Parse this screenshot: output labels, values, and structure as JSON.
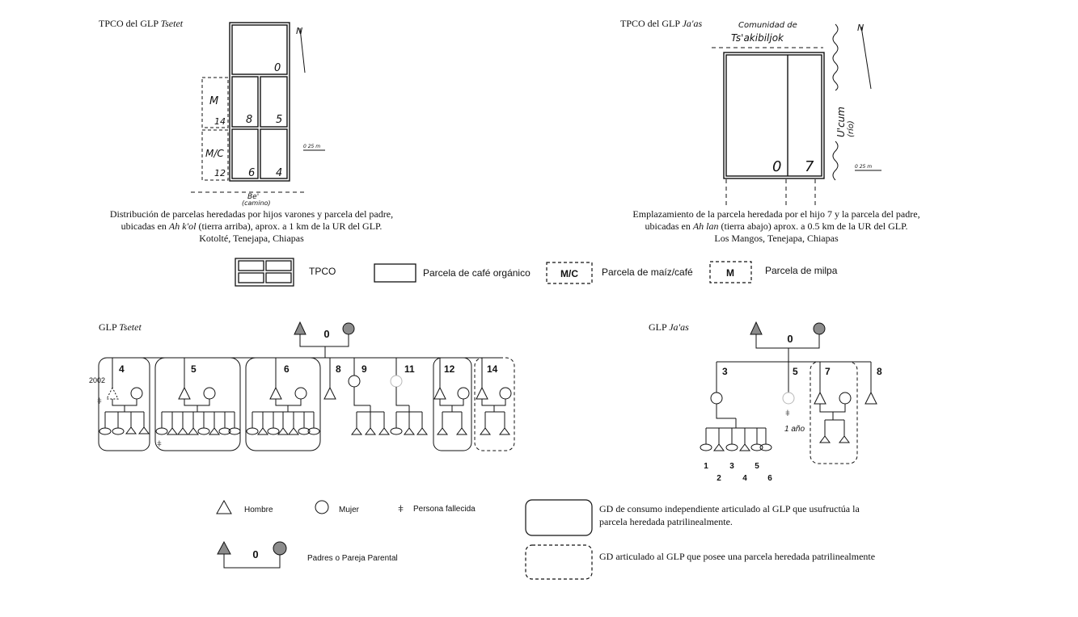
{
  "map_tsetet": {
    "title_prefix": "TPCO del GLP ",
    "title_name": "Tsetet",
    "north": "N",
    "scale": "0  25 m",
    "road_label": "Be'",
    "road_sublabel": "(camino)",
    "plots": [
      {
        "id": "0",
        "type": "TPCO"
      },
      {
        "id": "8",
        "type": "TPCO"
      },
      {
        "id": "5",
        "type": "TPCO"
      },
      {
        "id": "6",
        "type": "TPCO"
      },
      {
        "id": "4",
        "type": "TPCO"
      },
      {
        "id": "14",
        "type": "M",
        "code": "M"
      },
      {
        "id": "12",
        "type": "M/C",
        "code": "M/C"
      }
    ],
    "caption_line1": "Distribución de parcelas heredadas por  hijos varones y parcela del padre,",
    "caption_line2_a": "ubicadas en ",
    "caption_line2_i": "Ah k'ol",
    "caption_line2_b": " (tierra arriba), aprox. a 1 km de la UR del GLP.",
    "caption_line3": "Kotolté, Tenejapa, Chiapas"
  },
  "map_jaas": {
    "title_prefix": "TPCO del GLP ",
    "title_name": "Ja'as",
    "community_line1": "Comunidad de",
    "community_line2": "Ts'akibiljok",
    "river_label": "U'cum",
    "river_sublabel": "(río)",
    "north": "N",
    "scale": "0  25 m",
    "plots": [
      {
        "id": "0"
      },
      {
        "id": "7"
      }
    ],
    "caption_line1": "Emplazamiento de la parcela heredada por el hijo 7 y la parcela del padre,",
    "caption_line2_a": "ubicadas en ",
    "caption_line2_i": "Ah lan",
    "caption_line2_b": " (tierra abajo) aprox. a 0.5 km de la UR del GLP.",
    "caption_line3": "Los Mangos, Tenejapa, Chiapas"
  },
  "plot_legend": {
    "tpco": "TPCO",
    "organic": "Parcela de café orgánico",
    "mc_code": "M/C",
    "mc": "Parcela de maíz/café",
    "m_code": "M",
    "milpa": "Parcela de milpa"
  },
  "kin_tsetet": {
    "title_prefix": "GLP ",
    "title_name": "Tsetet",
    "parents_label": "0",
    "year": "2002",
    "children": [
      "4",
      "5",
      "6",
      "8",
      "9",
      "11",
      "12",
      "14"
    ]
  },
  "kin_jaas": {
    "title_prefix": "GLP ",
    "title_name": "Ja'as",
    "parents_label": "0",
    "children": [
      "3",
      "5",
      "7",
      "8"
    ],
    "age_note": "1 año",
    "grandchildren": [
      "1",
      "2",
      "3",
      "4",
      "5",
      "6"
    ]
  },
  "kin_legend": {
    "man": "Hombre",
    "woman": "Mujer",
    "deceased": "Persona fallecida",
    "parents_num": "0",
    "parents": "Padres o Pareja Parental",
    "gd_solid_line1": "GD de consumo independiente articulado al GLP que usufructúa la",
    "gd_solid_line2": "parcela heredada  patrilinealmente.",
    "gd_dashed": "GD articulado al GLP que posee una parcela heredada patrilinealmente"
  },
  "colors": {
    "ink": "#111111",
    "filled_symbol": "#8c8c8c",
    "faded_symbol": "#b8b8b8"
  }
}
